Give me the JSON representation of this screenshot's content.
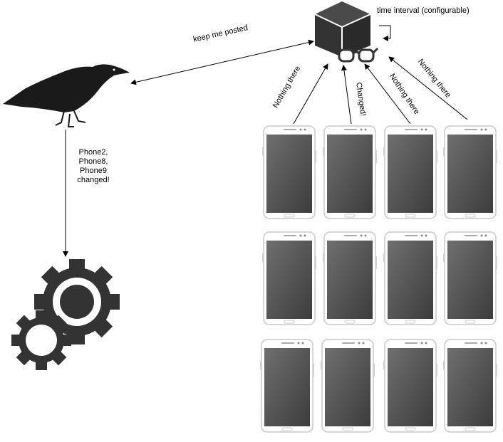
{
  "labels": {
    "time_interval": "time interval (configurable)",
    "keep_posted": "keep me posted",
    "changed_report": "Phone2,\nPhone8,\nPhone9\nchanged!",
    "arrow_1": "Nothing there",
    "arrow_2": "Changed!",
    "arrow_3": "Nothing there",
    "arrow_4": "Nothing there"
  },
  "icons": {
    "crow": "crow-icon",
    "cube": "cube-icon",
    "glasses": "glasses-icon",
    "gears": "gears-icon",
    "phone": "smartphone-icon",
    "loop": "loop-arrow-icon"
  },
  "colors": {
    "ink": "#000000",
    "dark": "#333333",
    "phone_body": "#ffffff",
    "phone_border": "#c8c8c8",
    "screen_top": "#6f6f6f",
    "screen_bottom": "#3c3c3c",
    "gear_fill": "#333333"
  }
}
